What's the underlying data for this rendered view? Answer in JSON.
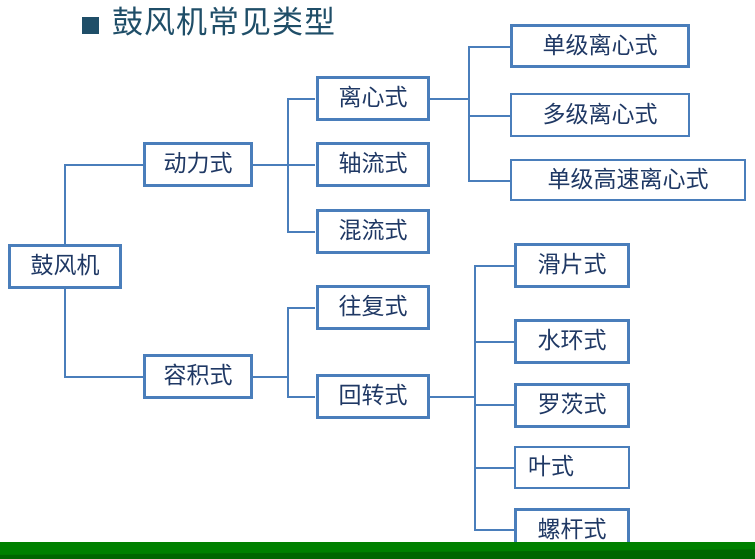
{
  "slide": {
    "title": "鼓风机常见类型",
    "bullet_icon": "filled-square-bullet",
    "accent_color": "#4A7EBB",
    "text_color": "#1F3864",
    "title_color": "#1F4E68",
    "footer_bar_color": "#008000",
    "background_color": "#FFFFFF"
  },
  "diagram": {
    "type": "tree",
    "root": {
      "label": "鼓风机"
    },
    "level1": [
      {
        "label": "动力式"
      },
      {
        "label": "容积式"
      }
    ],
    "level2": [
      {
        "label": "离心式",
        "parent": "动力式"
      },
      {
        "label": "轴流式",
        "parent": "动力式"
      },
      {
        "label": "混流式",
        "parent": "动力式"
      },
      {
        "label": "往复式",
        "parent": "容积式"
      },
      {
        "label": "回转式",
        "parent": "容积式"
      }
    ],
    "level3": [
      {
        "label": "单级离心式",
        "parent": "离心式"
      },
      {
        "label": "多级离心式",
        "parent": "离心式"
      },
      {
        "label": "单级高速离心式",
        "parent": "离心式"
      },
      {
        "label": "滑片式",
        "parent": "回转式"
      },
      {
        "label": "水环式",
        "parent": "回转式"
      },
      {
        "label": "罗茨式",
        "parent": "回转式"
      },
      {
        "label": "叶式",
        "parent": "回转式"
      },
      {
        "label": "螺杆式",
        "parent": "回转式"
      }
    ]
  }
}
